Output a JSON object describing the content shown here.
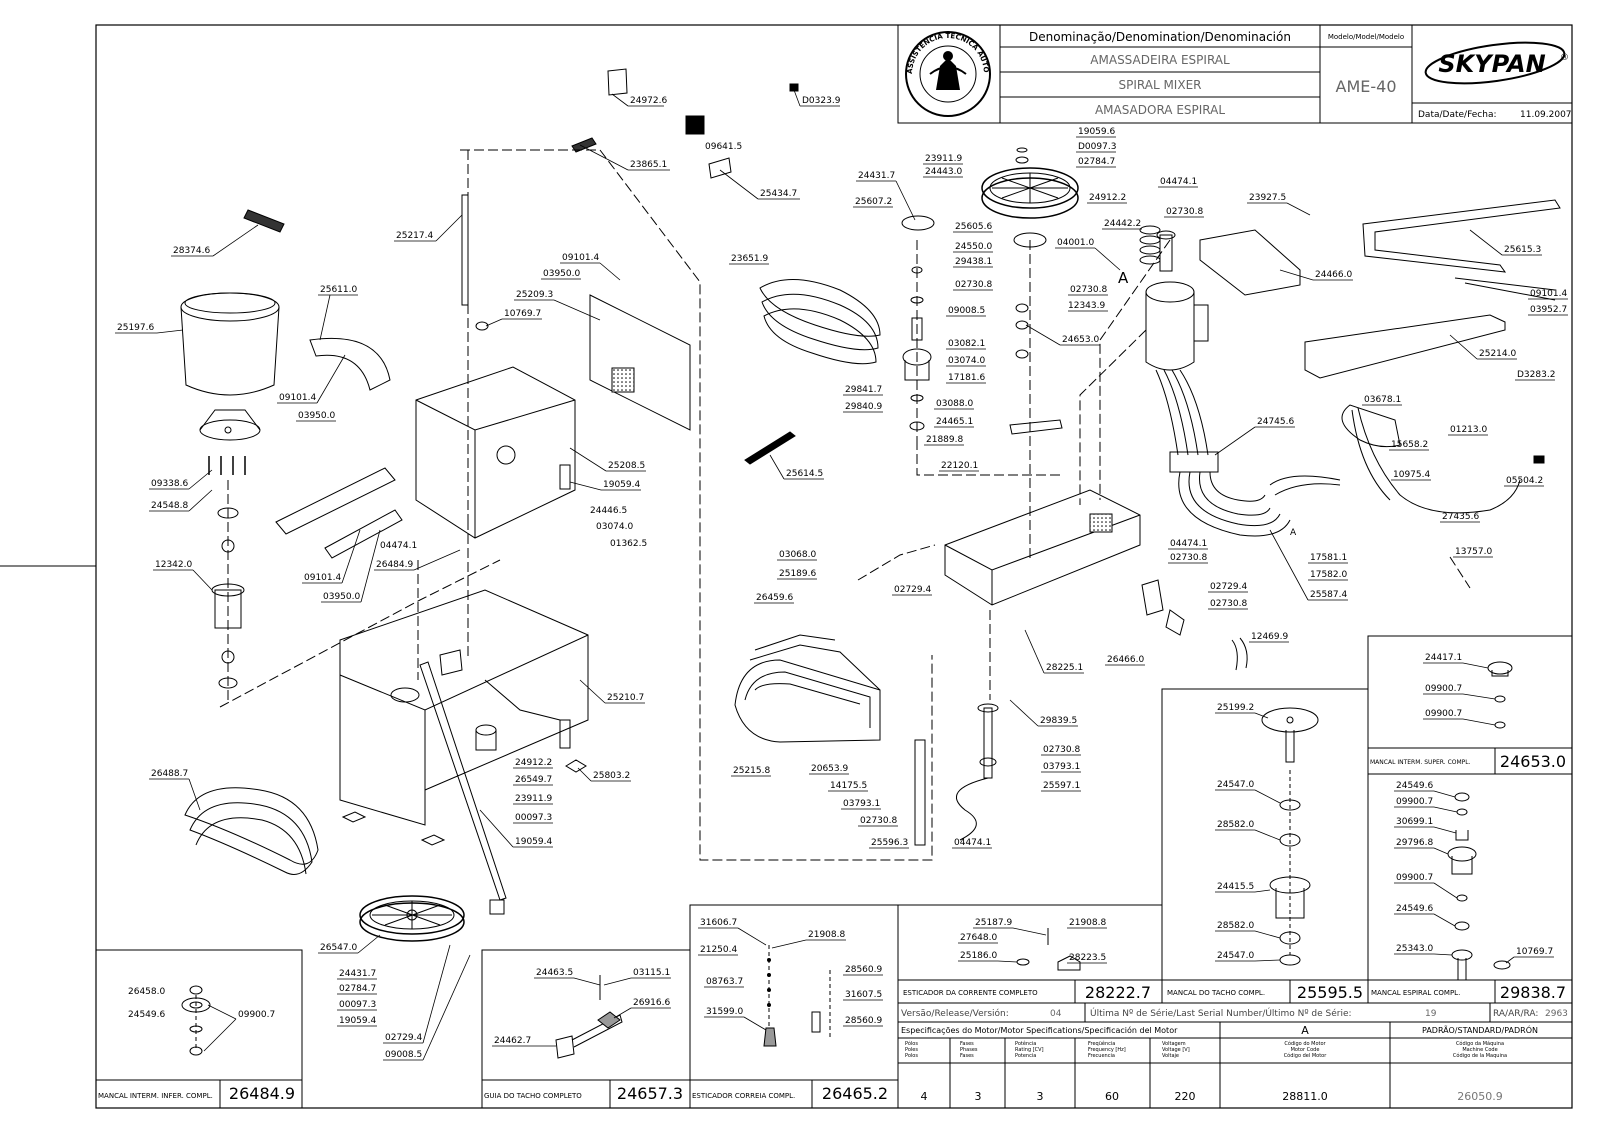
{
  "title_block": {
    "denomination_header": "Denominação/Denomination/Denominación",
    "model_header": "Modelo/Model/Modelo",
    "names": [
      "AMASSADEIRA ESPIRAL",
      "SPIRAL MIXER",
      "AMASADORA ESPIRAL"
    ],
    "model": "AME-40",
    "brand": "SKYPAN",
    "brand_mark": "®",
    "date_label": "Data/Date/Fecha:",
    "date": "11.09.2007",
    "seal_text": "ASSISTÊNCIA TÉCNICA AUTORIZADA"
  },
  "part_labels": [
    "24972.6",
    "D0323.9",
    "09641.5",
    "23865.1",
    "25434.7",
    "28374.6",
    "25217.4",
    "25197.6",
    "09101.4",
    "03950.0",
    "25209.3",
    "10769.7",
    "25611.0",
    "09101.4",
    "03950.0",
    "25208.5",
    "19059.4",
    "24446.5",
    "03074.0",
    "01362.5",
    "09338.6",
    "24548.8",
    "12342.0",
    "09101.4",
    "03950.0",
    "04474.1",
    "26484.9",
    "25210.7",
    "24912.2",
    "26549.7",
    "23911.9",
    "00097.3",
    "19059.4",
    "25803.2",
    "26488.7",
    "26547.0",
    "24431.7",
    "02784.7",
    "00097.3",
    "19059.4",
    "02729.4",
    "09008.5",
    "19059.6",
    "D0097.3",
    "02784.7",
    "23911.9",
    "24443.0",
    "24912.2",
    "24431.7",
    "25607.2",
    "25605.6",
    "24550.0",
    "29438.1",
    "02730.8",
    "09008.5",
    "24653.0",
    "03082.1",
    "03074.0",
    "17181.6",
    "29841.7",
    "29840.9",
    "03088.0",
    "24465.1",
    "21889.8",
    "22120.1",
    "23651.9",
    "25614.5",
    "04474.1",
    "23927.5",
    "02730.8",
    "24442.2",
    "04001.0",
    "24466.0",
    "02730.8",
    "12343.9",
    "25615.3",
    "09101.4",
    "03952.7",
    "25214.0",
    "D3283.2",
    "03678.1",
    "01213.0",
    "15658.2",
    "24745.6",
    "10975.4",
    "05504.2",
    "27435.6",
    "04474.1",
    "02730.8",
    "17581.1",
    "17582.0",
    "25587.4",
    "13757.0",
    "03068.0",
    "25189.6",
    "26459.6",
    "02729.4",
    "02729.4",
    "02730.8",
    "28225.1",
    "26466.0",
    "12469.9",
    "25215.8",
    "20653.9",
    "14175.5",
    "29839.5",
    "02730.8",
    "03793.1",
    "25597.1",
    "03793.1",
    "02730.8",
    "25596.3",
    "04474.1"
  ],
  "boxes": {
    "lower_intermediate": {
      "parts": [
        "26458.0",
        "24549.6",
        "09900.7"
      ],
      "caption": "MANCAL INTERM. INFER. COMPL.",
      "code": "26484.9"
    },
    "bowl_guide": {
      "parts": [
        "24463.5",
        "03115.1",
        "26916.6",
        "24462.7"
      ],
      "caption": "GUIA DO TACHO COMPLETO",
      "code": "24657.3"
    },
    "belt_tensioner": {
      "parts": [
        "31606.7",
        "21908.8",
        "21250.4",
        "28560.9",
        "08763.7",
        "31607.5",
        "31599.0",
        "28560.9"
      ],
      "caption": "ESTICADOR CORREIA COMPL.",
      "code": "26465.2"
    },
    "chain_tensioner": {
      "parts": [
        "25187.9",
        "21908.8",
        "27648.0",
        "25186.0",
        "28223.5"
      ],
      "caption": "ESTICADOR DA CORRENTE COMPLETO",
      "code": "28222.7"
    },
    "bowl_bearing": {
      "parts": [
        "25199.2",
        "24547.0",
        "28582.0",
        "24415.5",
        "28582.0",
        "24547.0"
      ],
      "caption": "MANCAL DO TACHO COMPL.",
      "code": "25595.5"
    },
    "upper_intermediate": {
      "parts": [
        "24417.1",
        "09900.7",
        "09900.7"
      ],
      "caption": "MANCAL INTERM. SUPER. COMPL.",
      "code": "24653.0"
    },
    "spiral_bearing": {
      "parts": [
        "24549.6",
        "09900.7",
        "30699.1",
        "29796.8",
        "09900.7",
        "24549.6",
        "25343.0",
        "10769.7"
      ],
      "caption": "MANCAL ESPIRAL COMPL.",
      "code": "29838.7"
    }
  },
  "footer": {
    "version_label": "Versão/Release/Versión:",
    "version": "04",
    "serial_label": "Última Nº de Série/Last Serial Number/Último Nº de Série:",
    "serial": "19",
    "ra_label": "RA/AR/RA:",
    "ra": "2963",
    "motor_spec_label": "Especificações do Motor/Motor Specifications/Specificación del Motor",
    "motor_letter": "A",
    "standard_label": "PADRÃO/STANDARD/PADRÓN",
    "col_heads": [
      [
        "Pólos",
        "Poles",
        "Polos"
      ],
      [
        "Fases",
        "Phases",
        "Fases"
      ],
      [
        "Potência",
        "Rating [CV]",
        "Potencia"
      ],
      [
        "Freqüência",
        "Frequency [Hz]",
        "Frecuencia"
      ],
      [
        "Voltagem",
        "Voltage [V]",
        "Voltaje"
      ],
      [
        "Código do Motor",
        "Motor Code",
        "Código del Motor"
      ],
      [
        "Código da Máquina",
        "Machine Code",
        "Código de la Maquina"
      ]
    ],
    "values": [
      "4",
      "3",
      "3",
      "60",
      "220",
      "28811.0",
      "26050.9"
    ]
  },
  "motor_letter_callouts": [
    "A",
    "A"
  ]
}
